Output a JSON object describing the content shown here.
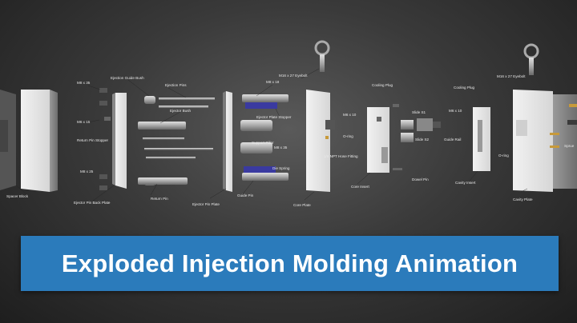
{
  "banner": {
    "title": "Exploded Injection Molding Animation"
  },
  "parts": {
    "spacer_block": "Spacer Block",
    "m8x35": "M8 x 35",
    "m6x15": "M6 x 15",
    "return_pin_stopper": "Return Pin Stopper",
    "m8x25": "M8 x 25",
    "ejector_pin_back_plate": "Ejector Pin Back Plate",
    "ejection_guide_bush": "Ejection Guide Bush",
    "ejection_pins": "Ejection Pins",
    "ejector_bush": "Ejector Bush",
    "return_pin": "Return Pin",
    "ejector_pin_plate": "Ejector Pin Plate",
    "m8x18": "M8 x 18",
    "ejector_plate_stopper": "Ejector Plate Stopper",
    "support_pillar": "Support Pillar",
    "m8x35_b": "M8 x 35",
    "die_spring": "Die Spring",
    "guide_pin": "Guide Pin",
    "m16x27_eyebolt": "M16 x 27 Eyebolt",
    "m6x10": "M6 x 10",
    "o_ring": "O-ring",
    "npt_hose_fitting": "1/8 NPT Hose Fitting",
    "core_plate": "Core Plate",
    "cooling_plug": "Cooling Plug",
    "slide_s1": "Slide S1",
    "slide_s2": "Slide S2",
    "core_insert": "Core Insert",
    "dowel_pin": "Dowel Pin",
    "cooling_plug_b": "Cooling Plug",
    "m6x10_b": "M6 x 10",
    "guide_rail": "Guide Rail",
    "cavity_insert": "Cavity Insert",
    "m16x27_eyebolt_b": "M16 x 27 Eyebolt",
    "o_ring_b": "O-ring",
    "cavity_plate": "Cavity Plate",
    "sprue": "Sprue"
  }
}
